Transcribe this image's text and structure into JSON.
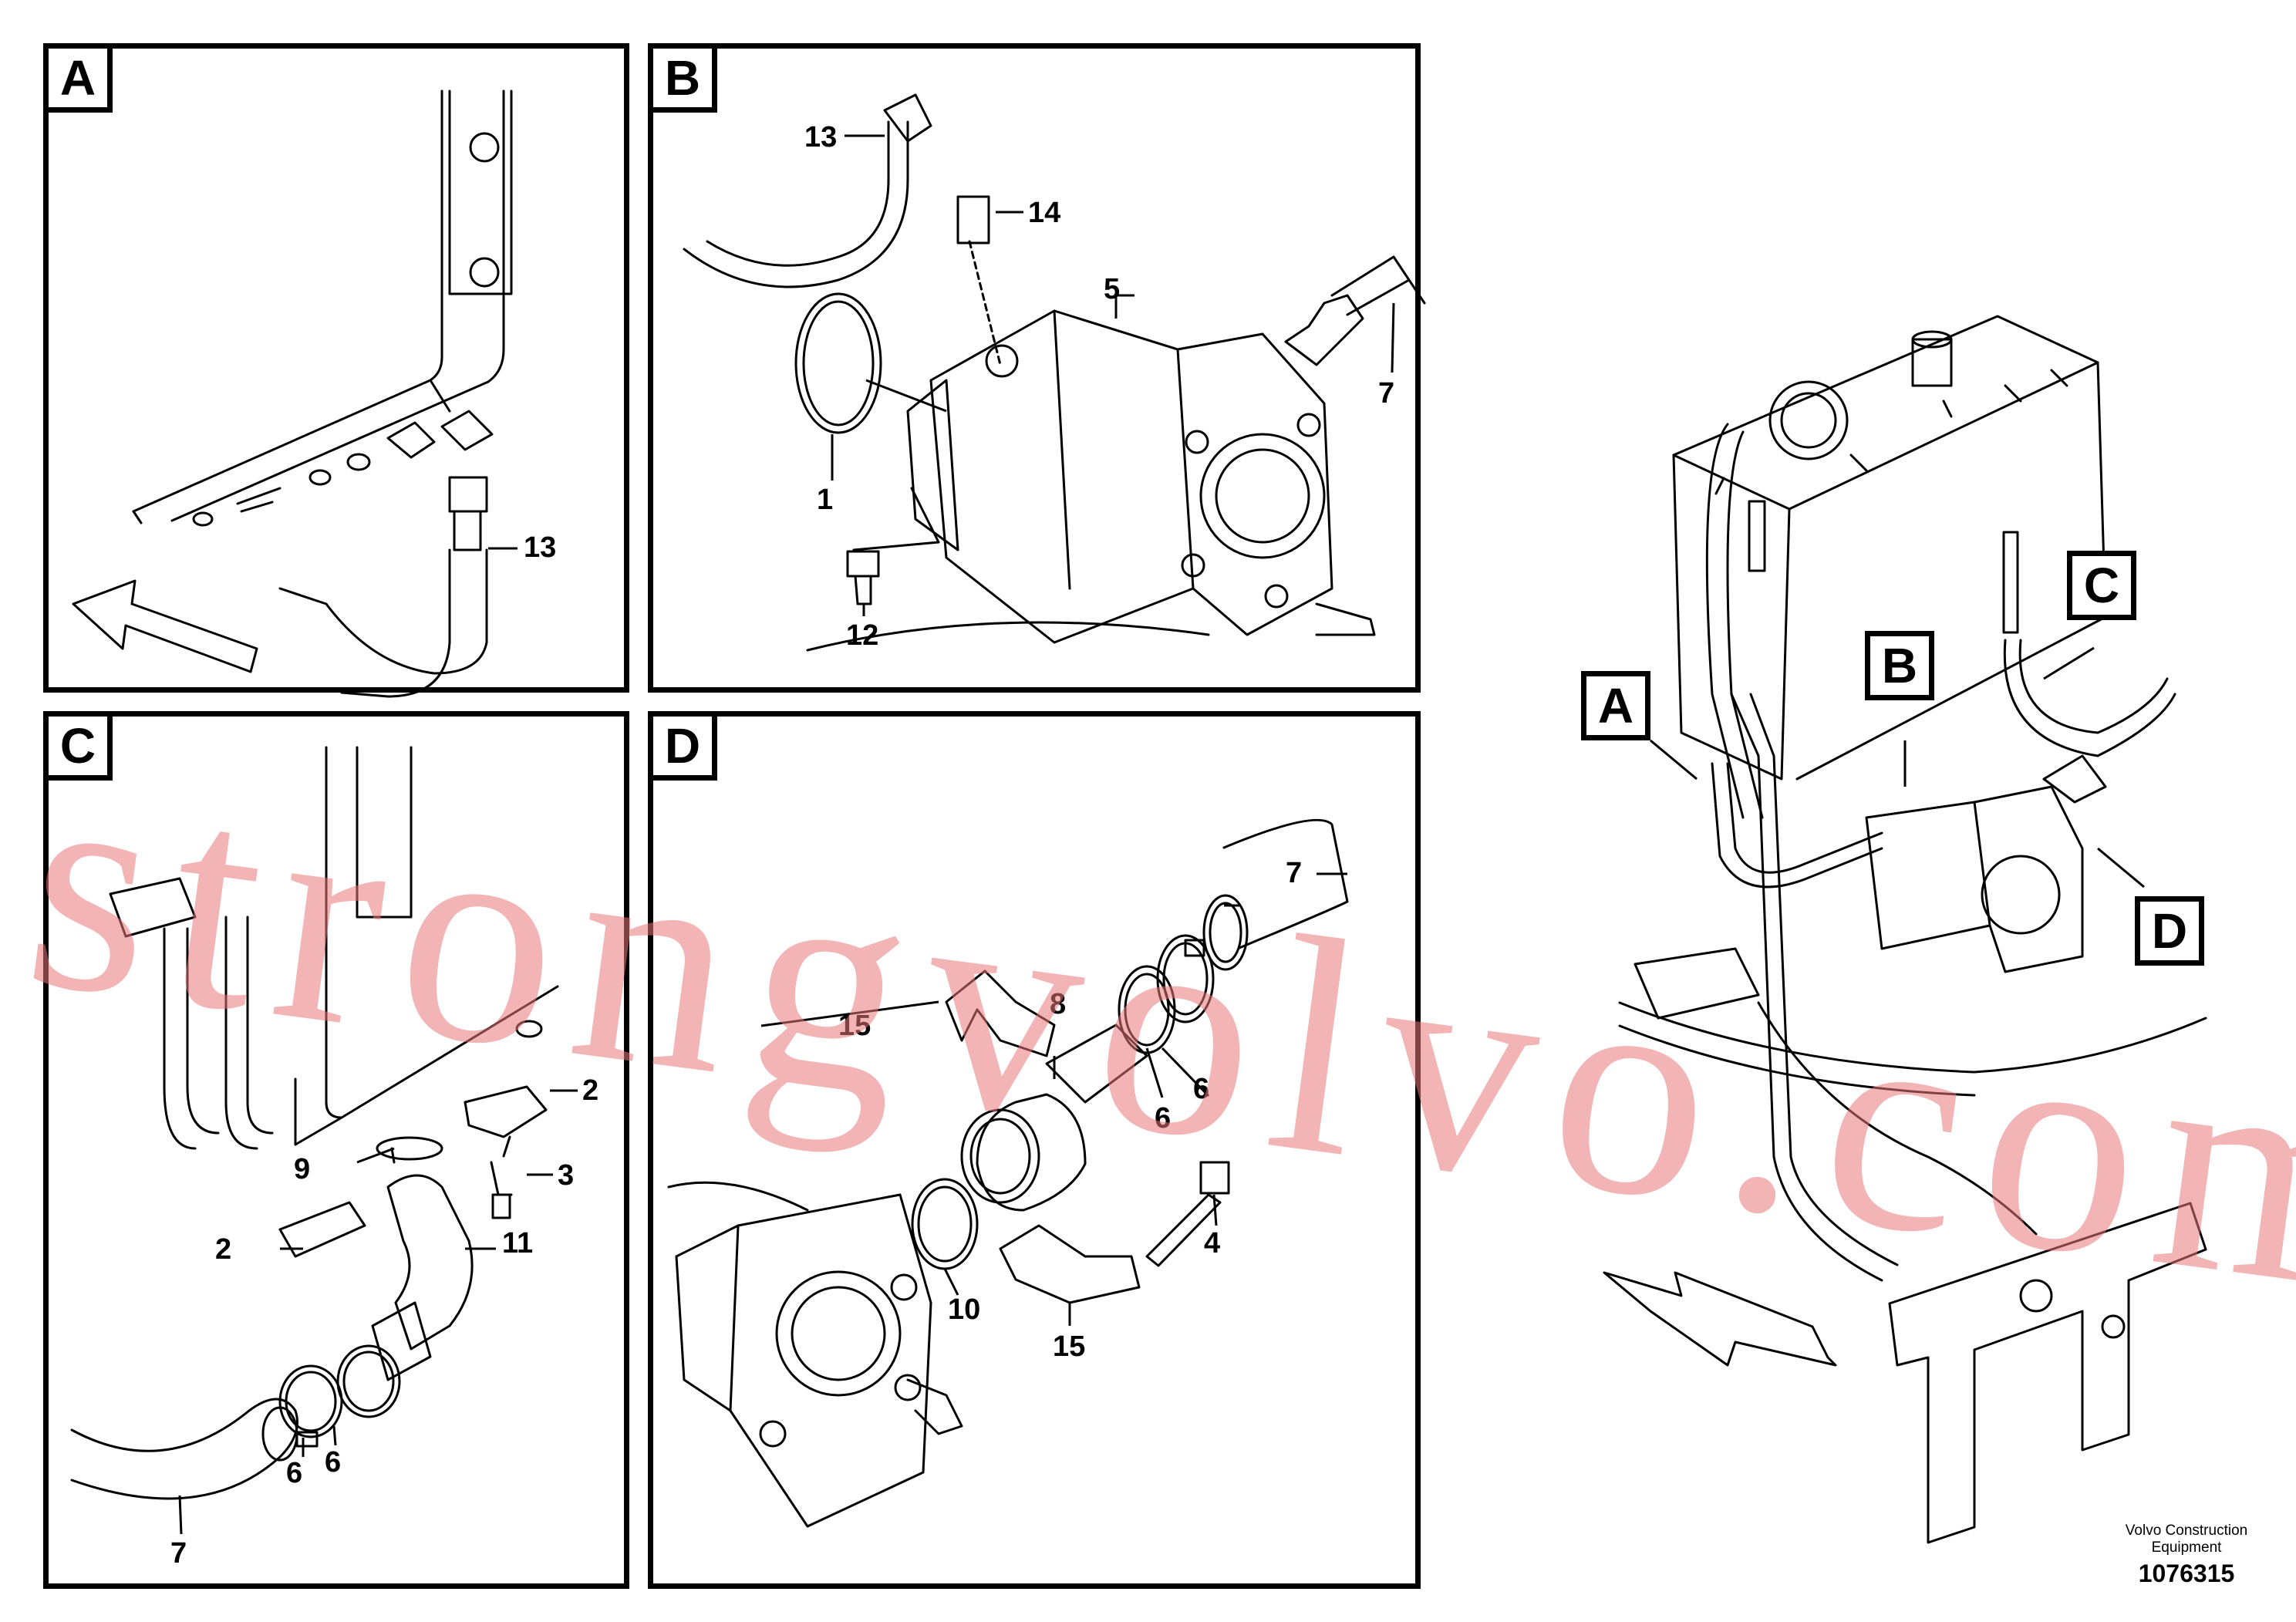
{
  "panels": [
    {
      "letter": "A",
      "callouts": [
        "13"
      ]
    },
    {
      "letter": "B",
      "callouts": [
        "13",
        "14",
        "5",
        "7",
        "1",
        "12"
      ]
    },
    {
      "letter": "C",
      "callouts": [
        "2",
        "9",
        "3",
        "2",
        "11",
        "6",
        "6",
        "7"
      ]
    },
    {
      "letter": "D",
      "callouts": [
        "7",
        "15",
        "8",
        "6",
        "6",
        "10",
        "4",
        "15"
      ]
    }
  ],
  "overview": {
    "letters": [
      "A",
      "B",
      "C",
      "D"
    ]
  },
  "footer": {
    "brand_line1": "Volvo Construction",
    "brand_line2": "Equipment",
    "doc_number": "1076315"
  },
  "watermark": {
    "text": "strongvolvo.com",
    "color": "#e87676"
  }
}
